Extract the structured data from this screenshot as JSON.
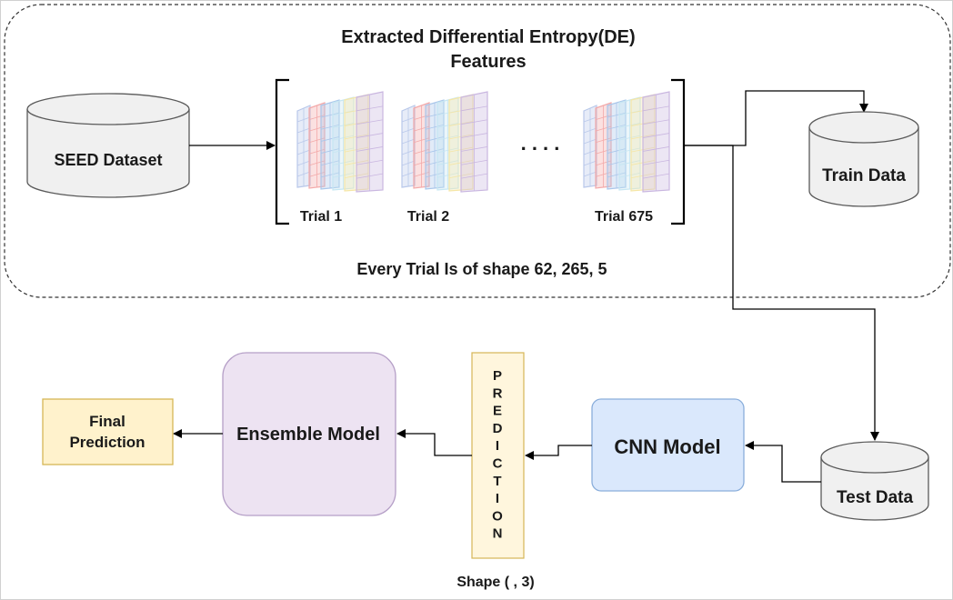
{
  "header": {
    "title_line1": "Extracted Differential Entropy(DE)",
    "title_line2": "Features"
  },
  "seed_dataset": {
    "label": "SEED Dataset"
  },
  "trials": [
    {
      "label": "Trial 1"
    },
    {
      "label": "Trial 2"
    },
    {
      "label": "Trial 675"
    }
  ],
  "ellipsis": ". . . .",
  "shape_note": "Every Trial Is of shape 62, 265, 5",
  "train_data": {
    "label": "Train Data"
  },
  "test_data": {
    "label": "Test Data"
  },
  "cnn_model": {
    "label": "CNN Model"
  },
  "prediction": {
    "letters": [
      "P",
      "R",
      "E",
      "D",
      "I",
      "C",
      "T",
      "I",
      "O",
      "N"
    ]
  },
  "prediction_shape": "Shape ( , 3)",
  "ensemble_model": {
    "label": "Ensemble Model"
  },
  "final_prediction": {
    "line1": "Final",
    "line2": "Prediction"
  },
  "colors": {
    "cylinder_fill": "#f0f0f0",
    "cylinder_stroke": "#5a5a5a",
    "cnn_fill": "#dae8fc",
    "cnn_stroke": "#8aaedb",
    "ensemble_fill": "#ede3f2",
    "ensemble_stroke": "#b59fc7",
    "prediction_fill": "#fff6dd",
    "prediction_stroke": "#d6b656",
    "final_fill": "#fff2cc",
    "final_stroke": "#d6b656",
    "feature_colors": [
      "#b9c8ea",
      "#f3a9a9",
      "#a9c6ea",
      "#c6e6f2",
      "#f5e6a6",
      "#c9b6e0"
    ]
  }
}
